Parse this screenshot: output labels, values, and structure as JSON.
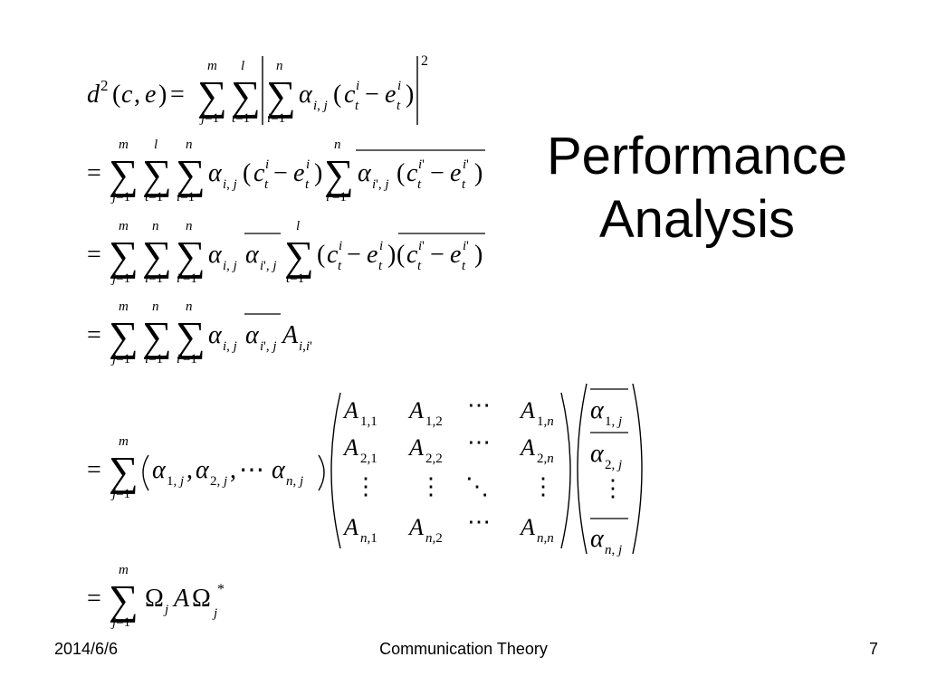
{
  "slide": {
    "title_lines": [
      "Performance",
      "Analysis"
    ],
    "footer": {
      "date": "2014/6/6",
      "center": "Communication Theory",
      "page_number": "7"
    },
    "equations": [
      "d²(c,e) = Σ_{j=1}^{m} Σ_{t=1}^{l} | Σ_{i=1}^{n} α_{i,j}(c_t^i − e_t^i) |²",
      "= Σ_{j=1}^{m} Σ_{t=1}^{l} Σ_{i=1}^{n} α_{i,j}(c_t^i − e_t^i) Σ_{i'=1}^{n} conj(α_{i',j}(c_t^{i'} − e_t^{i'}))",
      "= Σ_{j=1}^{m} Σ_{i=1}^{n} Σ_{i'=1}^{n} α_{i,j} conj(α_{i',j}) Σ_{t=1}^{l} (c_t^i − e_t^i) conj(c_t^{i'} − e_t^{i'})",
      "= Σ_{j=1}^{m} Σ_{i=1}^{n} Σ_{i'=1}^{n} α_{i,j} conj(α_{i',j}) A_{i,i'}",
      "= Σ_{j=1}^{m} (α_{1,j}, α_{2,j}, ⋯ α_{n,j}) [A_{1,1} A_{1,2} ⋯ A_{1,n}; A_{2,1} A_{2,2} ⋯ A_{2,n}; ⋮ ⋮ ⋱ ⋮; A_{n,1} A_{n,2} ⋯ A_{n,n}] (conj(α_{1,j}); conj(α_{2,j}); ⋮; conj(α_{n,j}))",
      "= Σ_{j=1}^{m} Ω_j A Ω_j^*"
    ]
  }
}
